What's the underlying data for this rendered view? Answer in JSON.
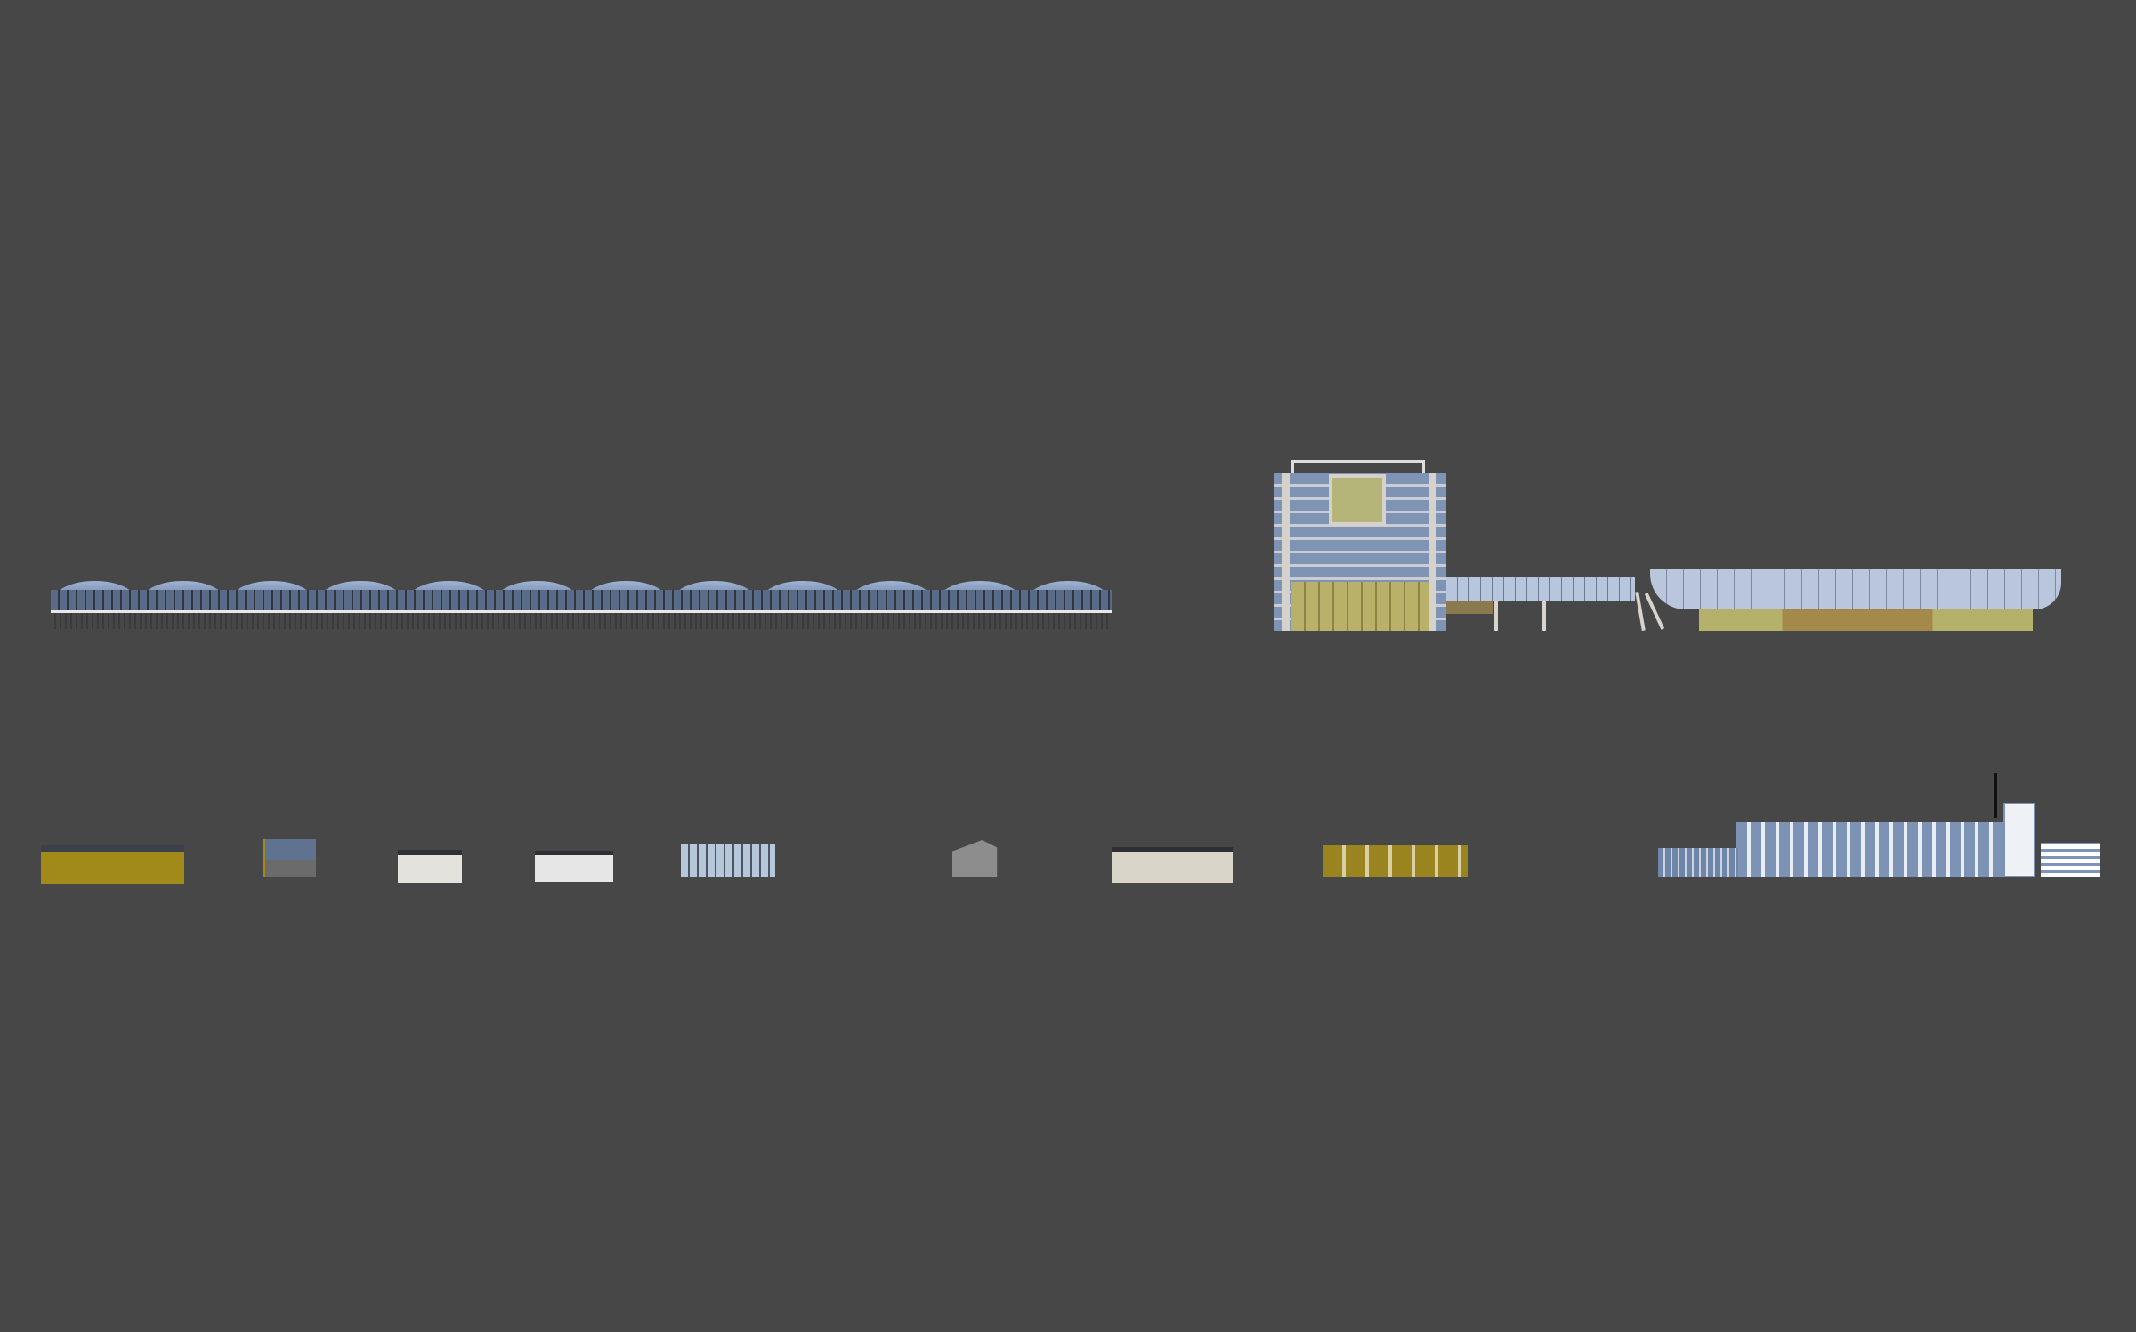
{
  "viewport": {
    "background_color": "#474747",
    "objects": [
      {
        "id": "greenhouse-row",
        "domes": 12
      },
      {
        "id": "office-tower-complex"
      },
      {
        "id": "townhouse-yellow"
      },
      {
        "id": "small-modern-house"
      },
      {
        "id": "white-villa"
      },
      {
        "id": "white-villa-gabled"
      },
      {
        "id": "apartment-block"
      },
      {
        "id": "gray-gabled-house"
      },
      {
        "id": "long-white-house"
      },
      {
        "id": "townhouse-row-yellow"
      },
      {
        "id": "large-glass-complex"
      }
    ]
  }
}
